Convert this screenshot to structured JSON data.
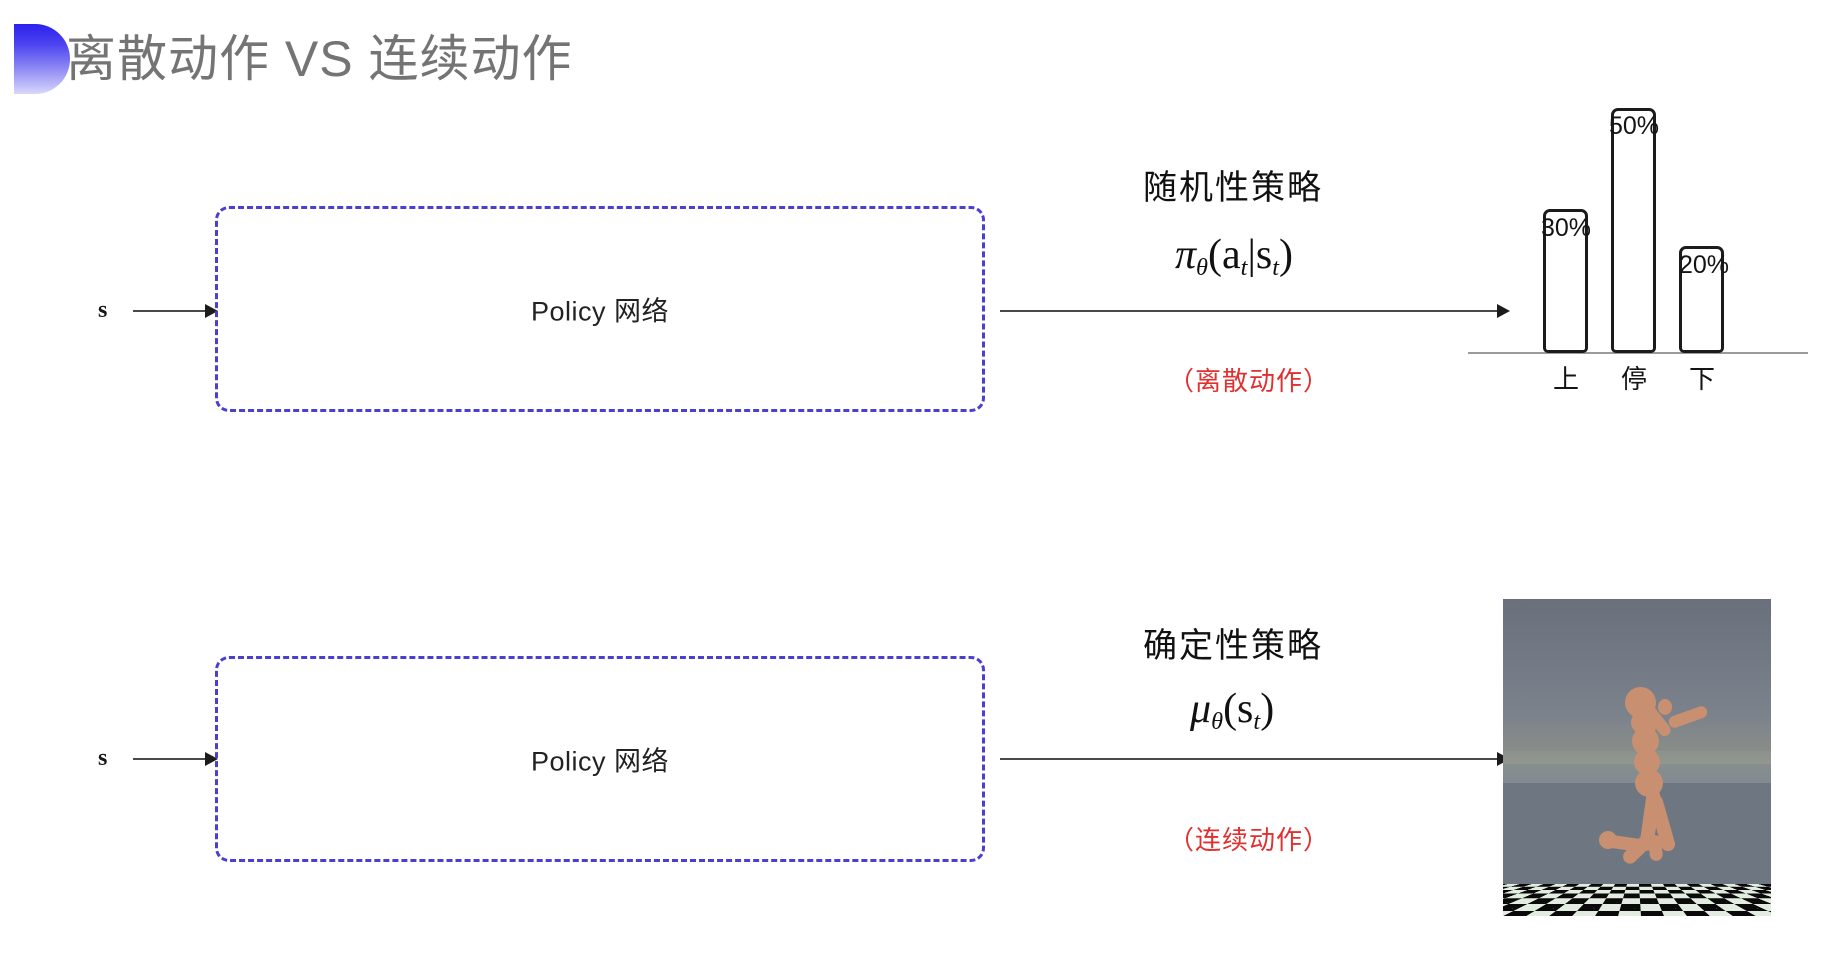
{
  "slide": {
    "title": "离散动作 VS 连续动作",
    "background_color": "#ffffff",
    "title_color": "#747474",
    "accent_color": "#3b31ef"
  },
  "rows": [
    {
      "id": "discrete",
      "state_label": "s",
      "policy_box_label": "Policy 网络",
      "policy_title": "随机性策略",
      "formula_main": "π",
      "formula_sub": "θ",
      "formula_args": "(a",
      "formula_args_sub": "t",
      "formula_args_mid": "|s",
      "formula_args_sub2": "t",
      "formula_args_end": ")",
      "note": "（离散动作）",
      "note_color": "#e03030"
    },
    {
      "id": "continuous",
      "state_label": "s",
      "policy_box_label": "Policy 网络",
      "policy_title": "确定性策略",
      "formula_main": "μ",
      "formula_sub": "θ",
      "formula_args": "(s",
      "formula_args_sub": "t",
      "formula_args_end": ")",
      "note": "（连续动作）",
      "note_color": "#e03030"
    }
  ],
  "chart_data": {
    "type": "bar",
    "title": "",
    "categories": [
      "上",
      "停",
      "下"
    ],
    "values": [
      30,
      50,
      20
    ],
    "value_labels": [
      "30%",
      "50%",
      "20%"
    ],
    "xlabel": "",
    "ylabel": "",
    "ylim": [
      0,
      60
    ],
    "grid": false,
    "legend": "none",
    "bar_fill": "#ffffff",
    "bar_stroke": "#1b1b1b",
    "axis_color": "#9b9b9b"
  },
  "humanoid": {
    "alt_name": "mujoco-humanoid-render",
    "sky_color": "#6e7682",
    "floor_light": "#e3ece0",
    "floor_dark": "#0a0a0a",
    "body_color": "#c89070"
  }
}
